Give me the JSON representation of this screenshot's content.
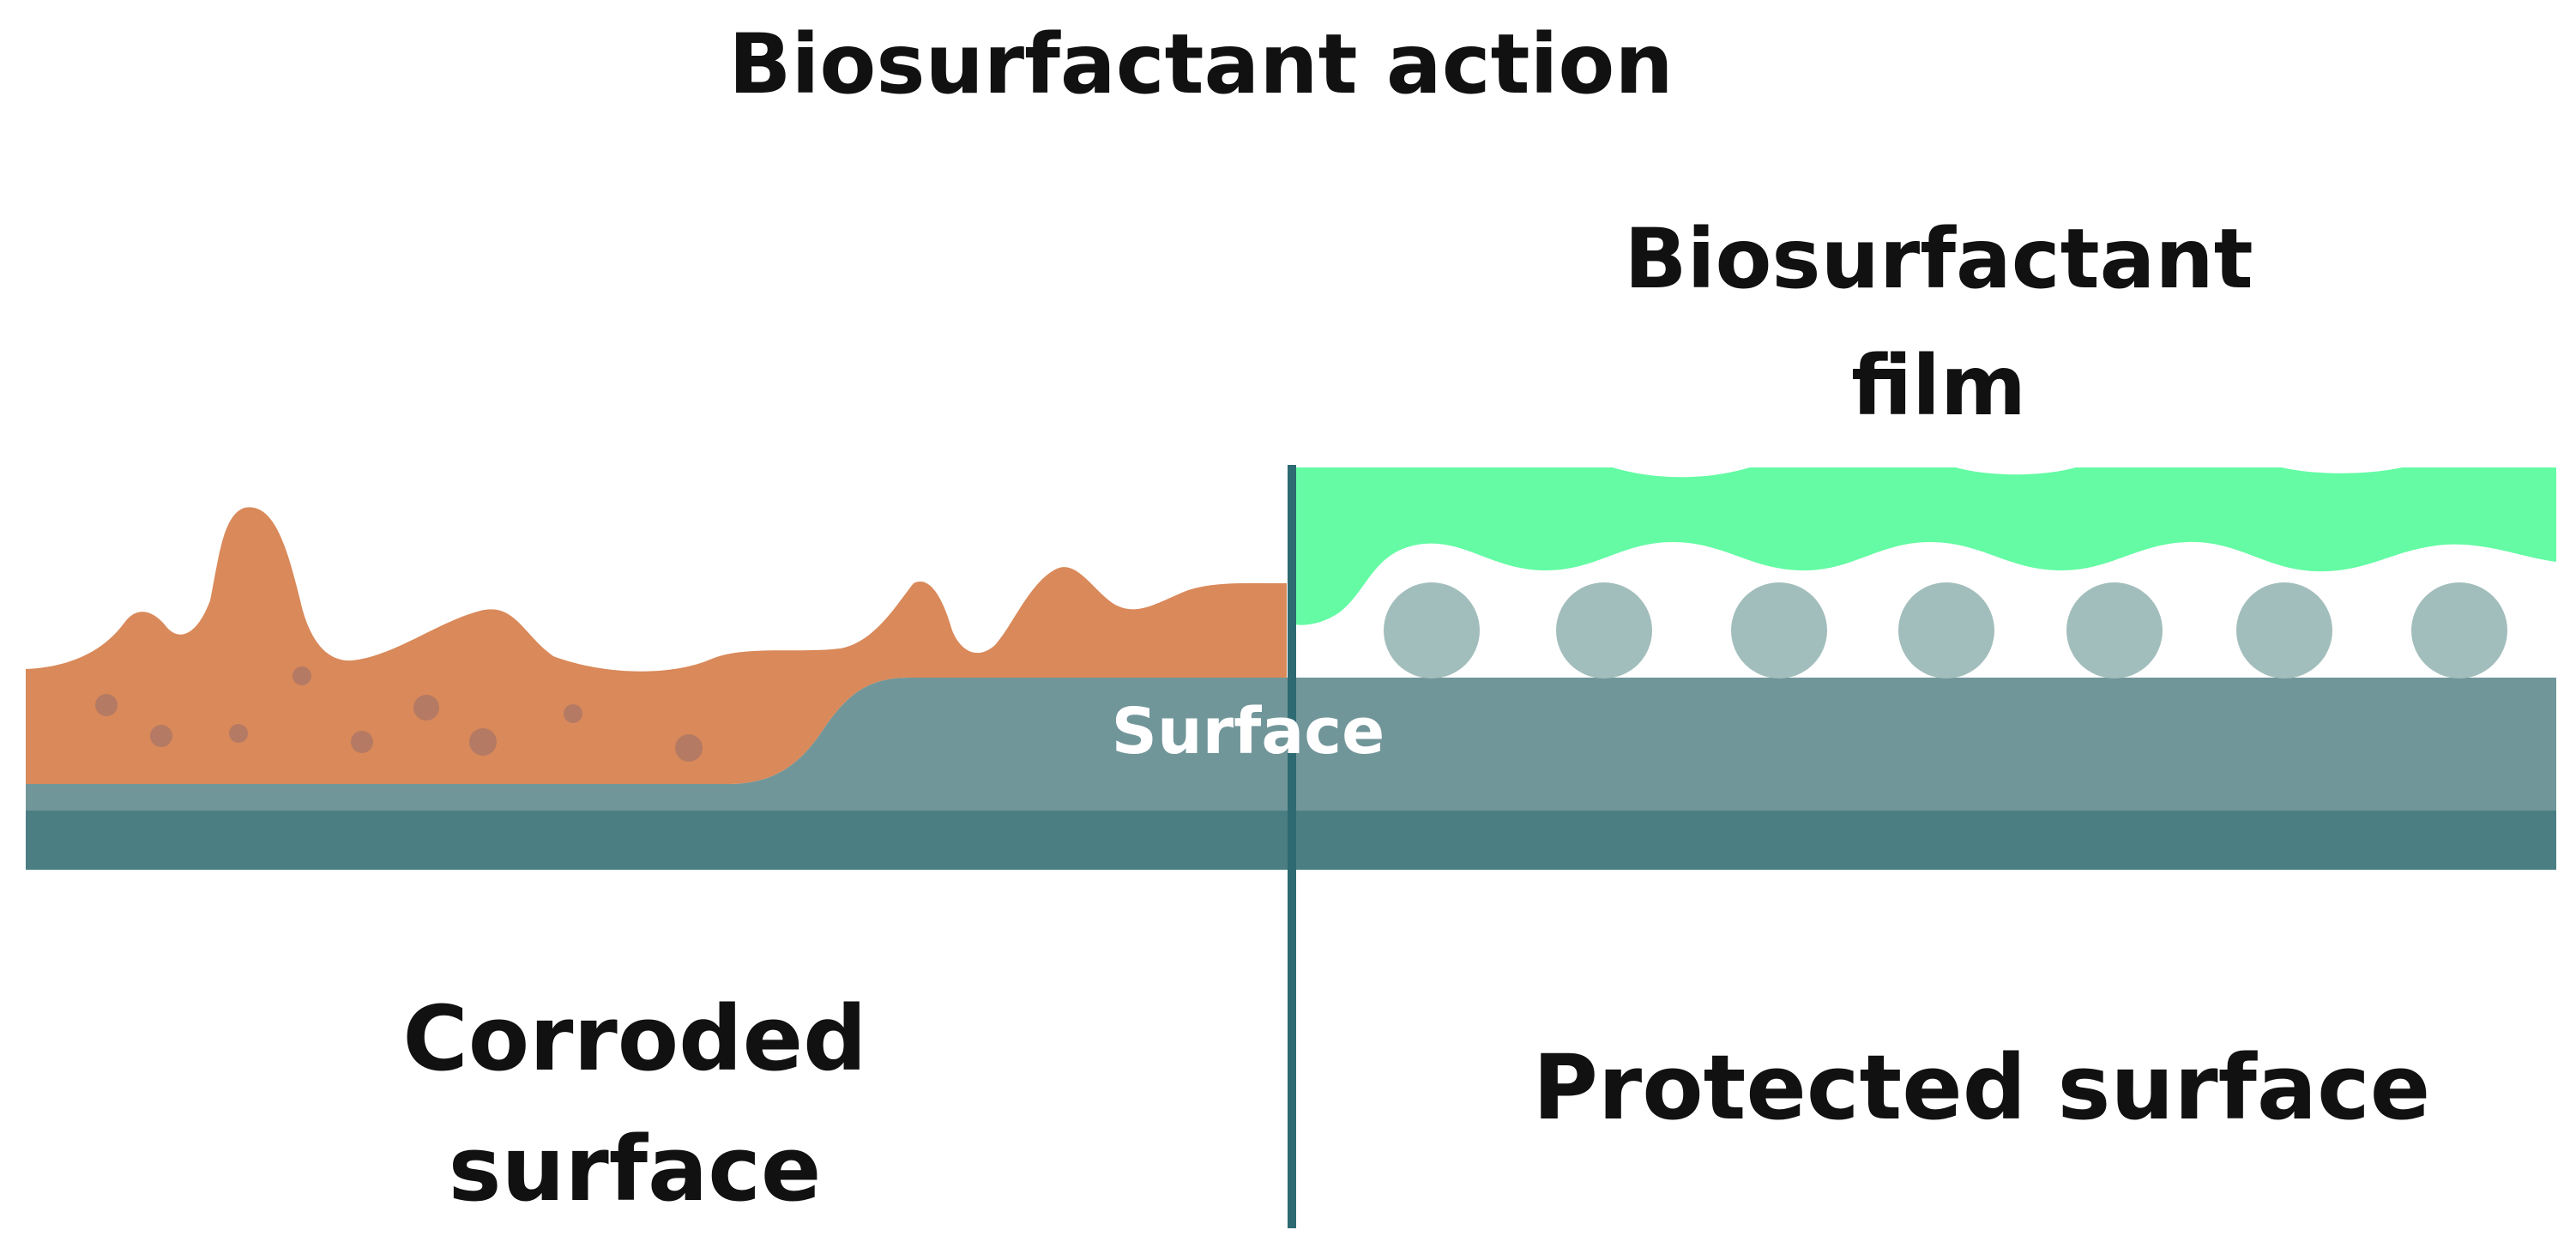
{
  "title": "Biosurfactant action",
  "film_label": [
    "Biosurfactant",
    "film"
  ],
  "surface_label": "Surface",
  "corroded_label": [
    "Corroded",
    "surface"
  ],
  "protected_label": "Protected surface",
  "colors": {
    "rust": "#D9895A",
    "rust_spot": "#B57A63",
    "film": "#64FBA4",
    "molecule": "#A2BEBC",
    "surface_top": "#71969A",
    "surface_base": "#4A7E83",
    "divider": "#2D6A72"
  }
}
